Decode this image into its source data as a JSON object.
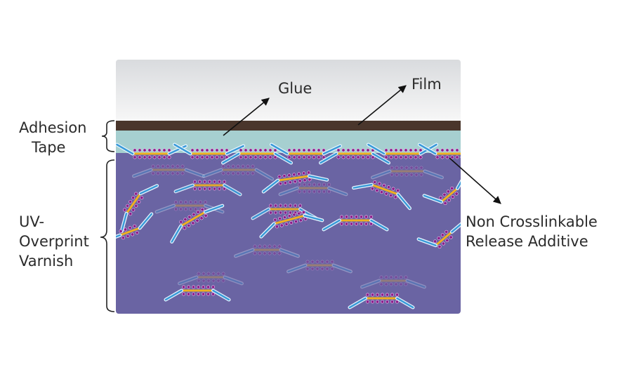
{
  "labels": {
    "glue": "Glue",
    "film": "Film",
    "adhesion_tape": [
      "Adhesion",
      "Tape"
    ],
    "varnish": [
      "UV-",
      "Overprint",
      "Varnish"
    ],
    "additive": [
      "Non Crosslinkable",
      "Release Additive"
    ]
  },
  "colors": {
    "film_top": "#e4e6e8",
    "film_band": "#4a362c",
    "glue": "#a6cfd0",
    "varnish": "#6a64a3",
    "chain": "#f0b020",
    "dots": "#8a1d8a",
    "rod": "#3a9ad8"
  }
}
